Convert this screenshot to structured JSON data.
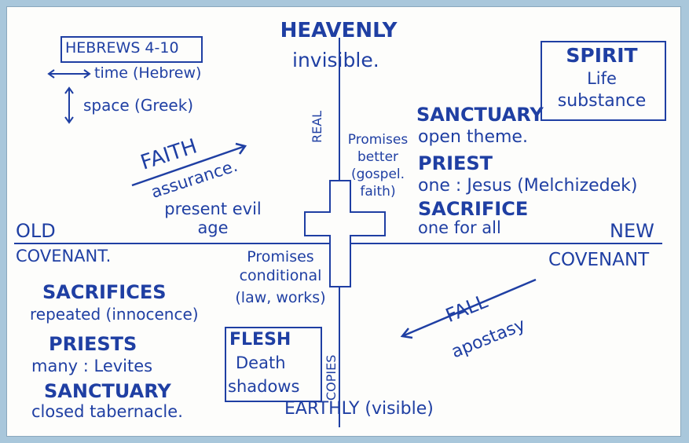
{
  "top": {
    "title": "HEAVENLY",
    "subtitle": "invisible."
  },
  "bottom": {
    "label": "EARTHLY (visible)"
  },
  "left": {
    "line1": "OLD",
    "line2": "COVENANT."
  },
  "right": {
    "line1": "NEW",
    "line2": "COVENANT"
  },
  "vertical_axis": {
    "upper": "REAL",
    "lower": "COPIES"
  },
  "hebrews_box": {
    "title": "HEBREWS 4-10",
    "time": "time (Hebrew)",
    "space": "space (Greek)"
  },
  "spirit_box": {
    "title": "SPIRIT",
    "line2": "Life",
    "line3": "substance"
  },
  "flesh_box": {
    "title": "FLESH",
    "line2": "Death",
    "line3": "shadows"
  },
  "faith": {
    "title": "FAITH",
    "sub": "assurance."
  },
  "present_age": {
    "line1": "present evil",
    "line2": "age"
  },
  "promises_better": {
    "line1": "Promises",
    "line2": "better",
    "line3": "(gospel.",
    "line4": "faith)"
  },
  "promises_conditional": {
    "line1": "Promises",
    "line2": "conditional",
    "line3": "(law, works)"
  },
  "new_side": {
    "sanctuary": "SANCTUARY",
    "sanctuary_desc": "open theme.",
    "priest": "PRIEST",
    "priest_desc": "one : Jesus (Melchizedek)",
    "sacrifice": "SACRIFICE",
    "sacrifice_desc": "one for all"
  },
  "old_side": {
    "sacrifices": "SACRIFICES",
    "sacrifices_desc": "repeated (innocence)",
    "priests": "PRIESTS",
    "priests_desc": "many : Levites",
    "sanctuary": "SANCTUARY",
    "sanctuary_desc": "closed tabernacle."
  },
  "fall": {
    "title": "FALL",
    "sub": "apostasy"
  },
  "colors": {
    "ink": "#1f3fa3",
    "paper": "#fdfdfb",
    "frame": "#a9c7db"
  }
}
